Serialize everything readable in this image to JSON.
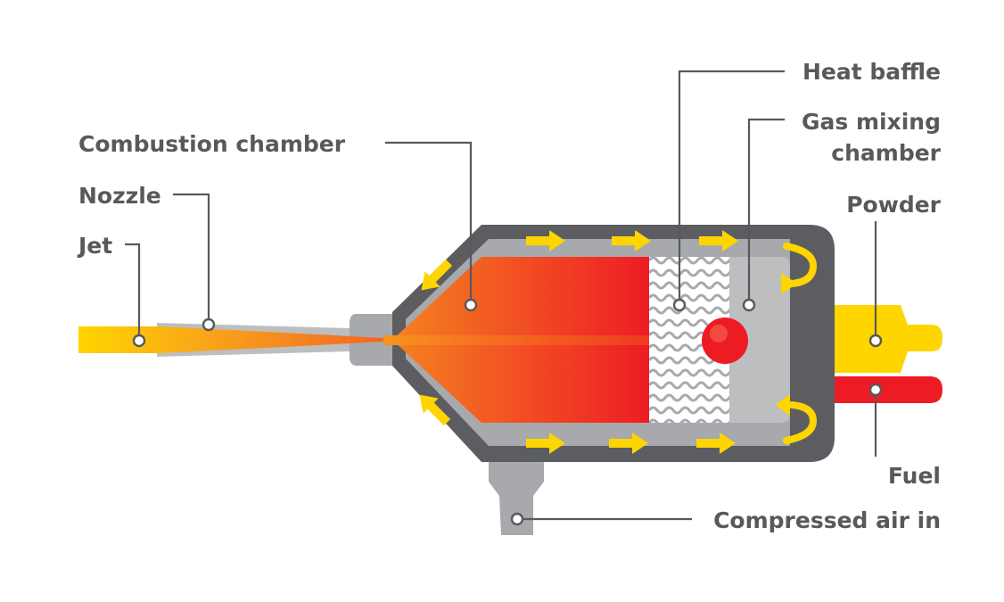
{
  "labels": {
    "heat_baffle": "Heat baffle",
    "gas_mixing_line1": "Gas mixing",
    "gas_mixing_line2": "chamber",
    "combustion_chamber": "Combustion chamber",
    "nozzle": "Nozzle",
    "jet": "Jet",
    "powder": "Powder",
    "fuel": "Fuel",
    "compressed_air": "Compressed air in"
  },
  "colors": {
    "outer_casing": "#5c5d60",
    "inner_casing": "#a7a9ac",
    "gas_chamber": "#bcbec0",
    "flame_start": "#f58220",
    "flame_end": "#ed1c24",
    "jet_yellow": "#ffd500",
    "fuel_red": "#ed1c24",
    "label_text": "#58595b",
    "flow_arrow": "#ffd500"
  }
}
